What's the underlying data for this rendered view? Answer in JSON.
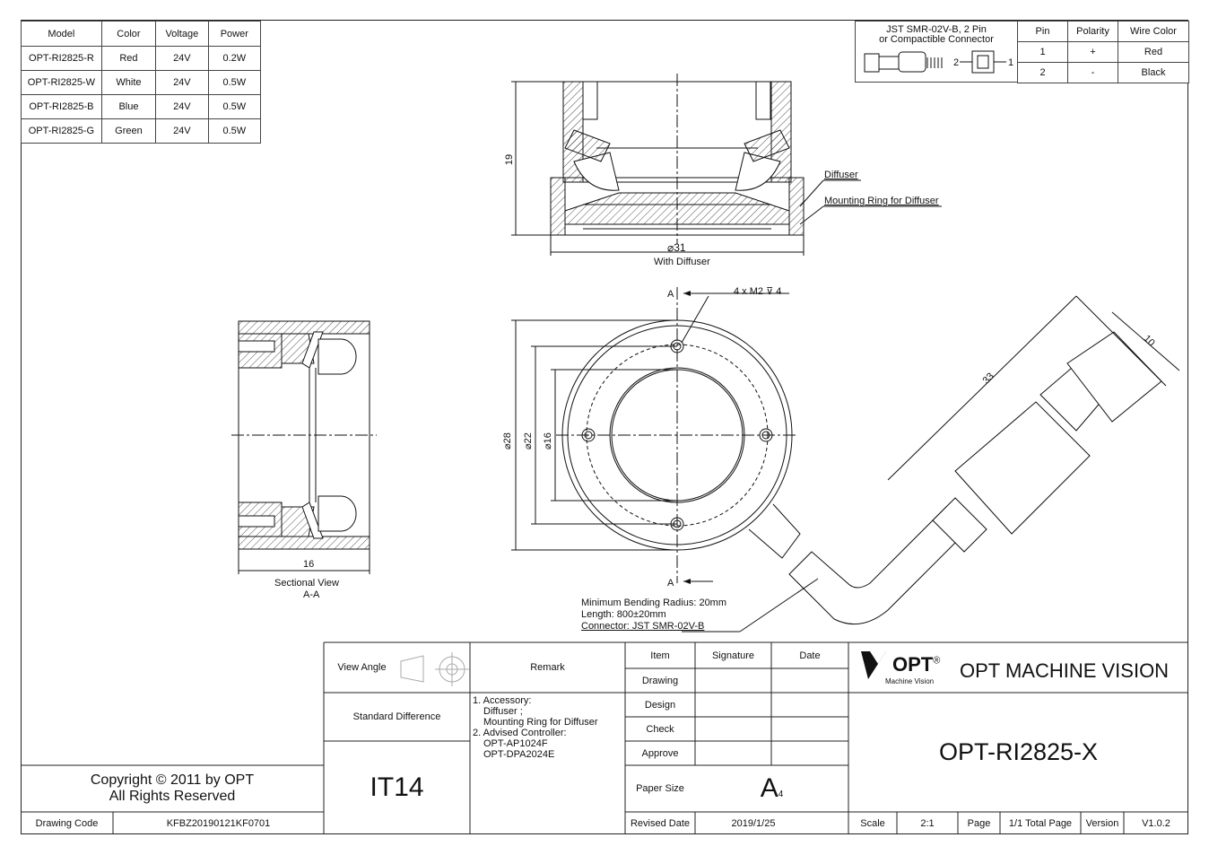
{
  "model_table": {
    "headers": [
      "Model",
      "Color",
      "Voltage",
      "Power"
    ],
    "rows": [
      [
        "OPT-RI2825-R",
        "Red",
        "24V",
        "0.2W"
      ],
      [
        "OPT-RI2825-W",
        "White",
        "24V",
        "0.5W"
      ],
      [
        "OPT-RI2825-B",
        "Blue",
        "24V",
        "0.5W"
      ],
      [
        "OPT-RI2825-G",
        "Green",
        "24V",
        "0.5W"
      ]
    ]
  },
  "connector_table": {
    "connector_title_line1": "JST SMR-02V-B, 2 Pin",
    "connector_title_line2": "or Compactible Connector",
    "pin_label_2": "2",
    "pin_label_1": "1",
    "headers": [
      "Pin",
      "Polarity",
      "Wire Color"
    ],
    "rows": [
      [
        "1",
        "+",
        "Red"
      ],
      [
        "2",
        "-",
        "Black"
      ]
    ]
  },
  "drawing": {
    "dim_19": "19",
    "dim_31": "31",
    "with_diffuser": "With Diffuser",
    "diffuser": "Diffuser",
    "mounting_ring": "Mounting Ring for Diffuser",
    "section_mark": "A",
    "holes_callout": "4 x M2",
    "holes_depth": "4",
    "dim_28": "28",
    "dim_22": "22",
    "dim_16_front": "16",
    "dim_33": "33",
    "dim_10": "10",
    "dim_16_section": "16",
    "sectional_view_line1": "Sectional View",
    "sectional_view_line2": "A-A",
    "cable_note_line1": "Minimum Bending Radius: 20mm",
    "cable_note_line2": "Length: 800±20mm",
    "cable_note_line3": "Connector: JST SMR-02V-B"
  },
  "title_block": {
    "view_angle": "View Angle",
    "remark": "Remark",
    "item": "Item",
    "signature": "Signature",
    "date": "Date",
    "drawing": "Drawing",
    "design": "Design",
    "check": "Check",
    "approve": "Approve",
    "standard_difference": "Standard Difference",
    "tolerance": "IT14",
    "remark_lines": [
      "1. Accessory:",
      "Diffuser ;",
      "Mounting Ring for Diffuser",
      "2. Advised Controller:",
      "OPT-AP1024F",
      "OPT-DPA2024E"
    ],
    "paper_size_label": "Paper Size",
    "paper_size": "A",
    "paper_size_sub": "4",
    "revised_date_label": "Revised Date",
    "revised_date": "2019/1/25",
    "scale_label": "Scale",
    "scale": "2:1",
    "page_label": "Page",
    "total_page": "1/1 Total Page",
    "version_label": "Version",
    "version": "V1.0.2",
    "logo_text": "OPT",
    "logo_registered": "®",
    "logo_sub": "Machine Vision",
    "company": "OPT MACHINE VISION",
    "part_number": "OPT-RI2825-X",
    "copyright_line1": "Copyright © 2011 by OPT",
    "copyright_line2": "All Rights Reserved",
    "drawing_code_label": "Drawing Code",
    "drawing_code": "KFBZ20190121KF0701"
  }
}
